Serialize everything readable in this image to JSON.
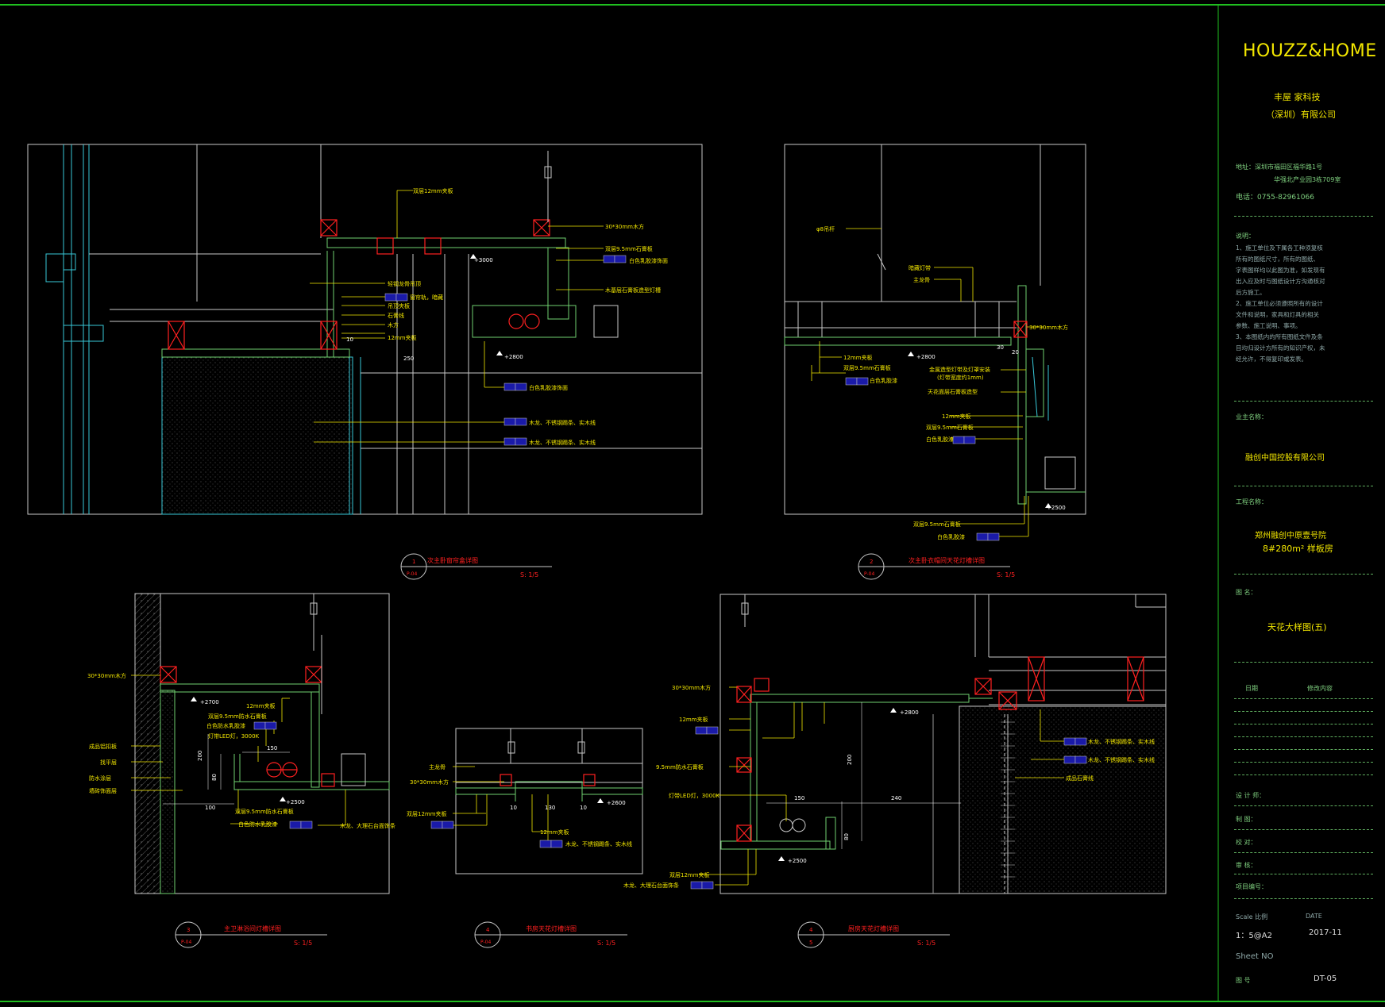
{
  "colors": {
    "frame": "#1fbf1f",
    "panel_line": "#c8c8c8",
    "yellow": "#f2e600",
    "red": "#ff2020",
    "green": "#6fd06f",
    "cyan": "#38c8d8",
    "blue_tag": "#1a1aa8"
  },
  "title_block": {
    "logo": "HOUZZ&HOME",
    "company_line1": "丰屋 家科技",
    "company_line2": "（深圳）有限公司",
    "address_line1": "地址：深圳市福田区福华路1号",
    "address_line2": "华强北产业园3栋709室",
    "phone": "电话：0755-82961066",
    "notes_title": "说明：",
    "notes": [
      "1、施工单位及下属各工种须复核",
      "所有的图纸尺寸，所有的图纸、",
      "字表图样均以此图为准，如发现有",
      "出入应及时与图纸设计方沟通核对",
      "后方施工。",
      "2、施工单位必须遵照所有的设计",
      "文件和说明，家具和灯具的相关",
      "参数、施工说明、事项。",
      "3、本图纸内的所有图纸文件及条",
      "目均归设计方所有的知识产权，未",
      "经允许，不得复印或发表。"
    ],
    "owner_label": "业主名称：",
    "owner": "融创中国控股有限公司",
    "project_label": "工程名称：",
    "project_line1": "郑州融创中原壹号院",
    "project_line2": "8#280m² 样板房",
    "drawing_label": "图  名：",
    "drawing_name": "天花大样图(五)",
    "rev_date_label": "日期",
    "rev_content_label": "修改内容",
    "design_label": "设 计 师：",
    "draw_label": "制  图：",
    "check_label": "校  对：",
    "review_label": "审  核：",
    "project_no_label": "项目编号：",
    "scale_label": "Scale  比例",
    "date_label": "DATE",
    "scale_value": "1：5@A2",
    "date_value": "2017-11",
    "sheet_no_label": "Sheet NO",
    "fig_no_label": "图  号",
    "sheet_no": "DT-05"
  },
  "details": [
    {
      "num": "1",
      "ref": "P-04",
      "title": "次主卧窗帘盒详图",
      "scale": "S: 1/5"
    },
    {
      "num": "2",
      "ref": "P-04",
      "title": "次主卧衣帽间天花灯槽详图",
      "scale": "S: 1/5"
    },
    {
      "num": "3",
      "ref": "P-04",
      "title": "主卫淋浴间灯槽详图",
      "scale": "S: 1/5"
    },
    {
      "num": "4",
      "ref": "P-04",
      "title": "书房天花灯槽详图",
      "scale": "S: 1/5"
    },
    {
      "num": "4",
      "ref": "5",
      "title": "厨房天花灯槽详图",
      "scale": "S: 1/5"
    }
  ],
  "detail1": {
    "elev_top": "+3000",
    "elev_bot": "+2800",
    "dim": "250",
    "dim_small": "10",
    "labels": {
      "board": "双层12mm夹板",
      "wood": "30*30mm木方",
      "gypsum": "双层9.5mm石膏板",
      "paint": "白色乳胶漆饰面",
      "pelmet": "木基层石膏板造型灯槽",
      "l1": "轻钢龙骨吊顶",
      "l2": "窗帘轨，暗藏",
      "l3": "吊顶夹板",
      "l4": "石膏线",
      "l5": "木方",
      "l6": "12mm夹板",
      "tag1": "白色乳胶漆饰面",
      "tag2": "木龙、不锈钢踢条、实木线",
      "tag3": "木龙、不锈钢踢条、实木线"
    }
  },
  "detail2": {
    "elev_top": "+2800",
    "elev_bot": "+2500",
    "dim1": "30",
    "dim2": "20",
    "labels": {
      "rod": "φ8吊杆",
      "wood": "30*30mm木方",
      "l1": "暗藏灯带",
      "l2": "主龙骨",
      "l3": "12mm夹板",
      "l4": "双层9.5mm石膏板",
      "l5": "白色乳胶漆",
      "l6": "金属造型灯带及灯罩安装",
      "l6b": "(灯带宽度约1mm)",
      "l7": "天花面层石膏板造型",
      "l8": "12mm夹板",
      "l9": "双层9.5mm石膏板",
      "l10": "白色乳胶漆",
      "l11": "双层9.5mm石膏板",
      "l12": "白色乳胶漆"
    }
  },
  "detail3": {
    "elev_top": "+2700",
    "elev_bot": "+2500",
    "dim_v1": "200",
    "dim_v2": "80",
    "dim_h1": "150",
    "dim_h2": "100",
    "labels": {
      "wood": "30*30mm木方",
      "l1": "12mm夹板",
      "l2": "双层9.5mm防水石膏板",
      "l3": "白色防水乳胶漆",
      "l4": "灯带LED灯，3000K",
      "l5": "双层9.5mm防水石膏板",
      "l6": "白色防水乳胶漆",
      "l7": "木龙、大理石台面饰条",
      "w1": "成品铝扣板",
      "w2": "找平层",
      "w3": "防水涂层",
      "w4": "墙砖饰面层"
    }
  },
  "detail4": {
    "elev": "+2600",
    "dim1": "10",
    "dim2": "130",
    "dim3": "10",
    "labels": {
      "l1": "主龙骨",
      "l2": "30*30mm木方",
      "l3": "双层12mm夹板",
      "l4": "12mm夹板",
      "l5": "木龙、不锈钢踢条、实木线"
    }
  },
  "detail5": {
    "elev_top": "+2800",
    "elev_bot": "+2500",
    "dim_v1": "200",
    "dim_v2": "80",
    "dim_h1": "150",
    "dim_h2": "240",
    "labels": {
      "wood": "30*30mm木方",
      "l1": "12mm夹板",
      "l2": "9.5mm防水石膏板",
      "l3": "灯带LED灯，3000K",
      "l4": "双层12mm夹板",
      "l5": "木龙、大理石台面饰条",
      "r1": "木龙、不锈钢踢条、实木线",
      "r2": "木龙、不锈钢踢条、实木线",
      "r3": "成品石膏线"
    }
  }
}
